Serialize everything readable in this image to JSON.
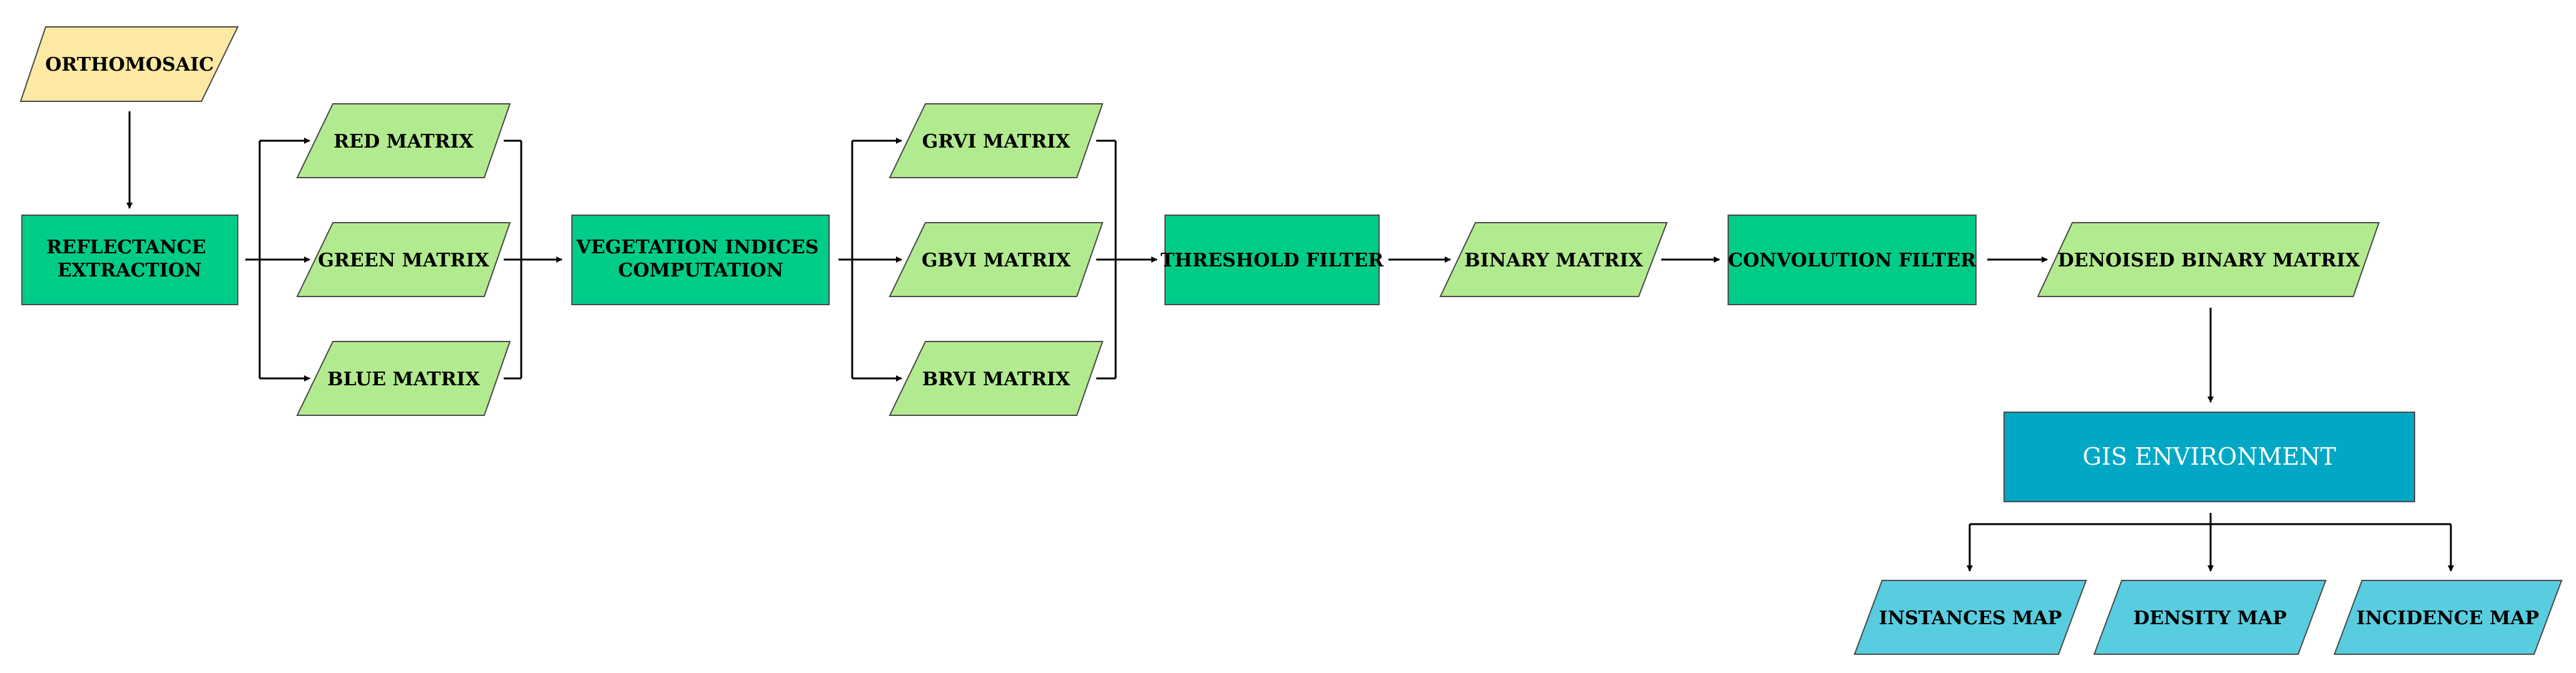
{
  "colors": {
    "data_node": "#b2eb8f",
    "process_node": "#00cc8a",
    "input_node": "#fde9a3",
    "gis_node": "#00a8c6",
    "output_node": "#59cde0",
    "line": "#000000"
  },
  "nodes": {
    "orthomosaic": "ORTHOMOSAIC",
    "reflectance_extraction": [
      "REFLECTANCE",
      "EXTRACTION"
    ],
    "red_matrix": "RED MATRIX",
    "green_matrix": "GREEN MATRIX",
    "blue_matrix": "BLUE MATRIX",
    "vegetation_indices": [
      "VEGETATION INDICES",
      "COMPUTATION"
    ],
    "grvi_matrix": "GRVI MATRIX",
    "gbvi_matrix": "GBVI MATRIX",
    "brvi_matrix": "BRVI MATRIX",
    "threshold_filter": "THRESHOLD FILTER",
    "binary_matrix": "BINARY MATRIX",
    "convolution_filter": "CONVOLUTION FILTER",
    "denoised_binary_matrix": "DENOISED BINARY MATRIX",
    "gis_environment": "GIS ENVIRONMENT",
    "instances_map": "INSTANCES MAP",
    "density_map": "DENSITY MAP",
    "incidence_map": "INCIDENCE MAP"
  }
}
